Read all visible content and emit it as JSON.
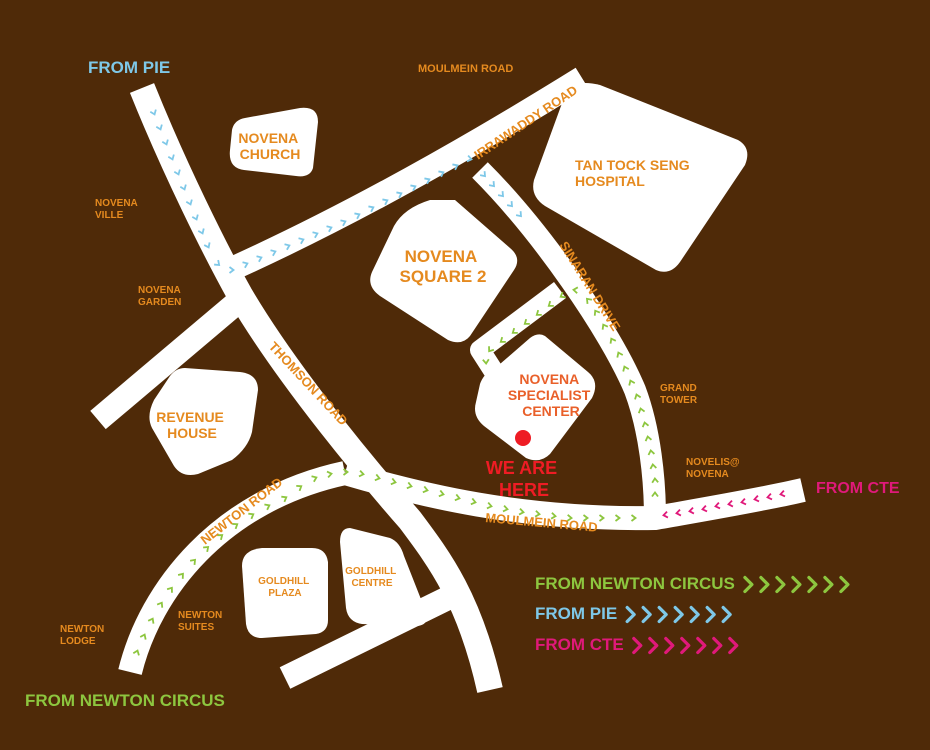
{
  "colors": {
    "background": "#4f2a08",
    "road": "#ffffff",
    "label": "#e58a1f",
    "pie": "#7ec8e8",
    "cte": "#e0197a",
    "newton": "#8dc63f",
    "marker": "#ee1c24"
  },
  "roads": {
    "moulmein_top": "MOULMEIN ROAD",
    "irrawaddy": "IRRAWADDY ROAD",
    "sinaran": "SINARAN DRIVE",
    "thomson": "THOMSON ROAD",
    "newton": "NEWTON ROAD",
    "moulmein_bottom": "MOULMEIN ROAD"
  },
  "buildings": {
    "novena_church": [
      "NOVENA",
      "CHURCH"
    ],
    "tan_tock_seng": [
      "TAN TOCK SENG",
      "HOSPITAL"
    ],
    "novena_square": [
      "NOVENA",
      "SQUARE 2"
    ],
    "specialist": [
      "NOVENA",
      "SPECIALIST",
      "CENTER"
    ],
    "revenue_house": [
      "REVENUE",
      "HOUSE"
    ],
    "goldhill_plaza": [
      "GOLDHILL",
      "PLAZA"
    ],
    "goldhill_centre": [
      "GOLDHILL",
      "CENTRE"
    ]
  },
  "places": {
    "novena_ville": [
      "NOVENA",
      "VILLE"
    ],
    "novena_garden": [
      "NOVENA",
      "GARDEN"
    ],
    "grand_tower": [
      "GRAND",
      "TOWER"
    ],
    "novelis": [
      "NOVELIS@",
      "NOVENA"
    ],
    "newton_suites": [
      "NEWTON",
      "SUITES"
    ],
    "newton_lodge": [
      "NEWTON",
      "LODGE"
    ]
  },
  "marker": [
    "WE ARE",
    "HERE"
  ],
  "entries": {
    "from_pie": "FROM PIE",
    "from_cte": "FROM CTE",
    "from_newton": "FROM NEWTON CIRCUS"
  },
  "legend": [
    {
      "label": "FROM NEWTON CIRCUS",
      "color": "#8dc63f",
      "chevrons": 7
    },
    {
      "label": "FROM PIE",
      "color": "#7ec8e8",
      "chevrons": 7
    },
    {
      "label": "FROM CTE",
      "color": "#e0197a",
      "chevrons": 7
    }
  ]
}
